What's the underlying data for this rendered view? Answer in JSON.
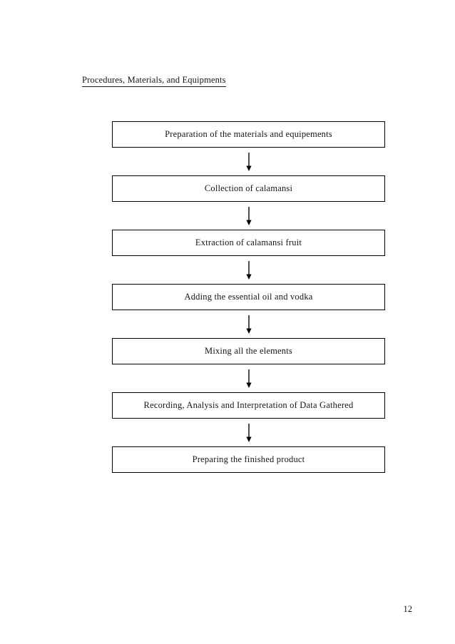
{
  "document": {
    "page_number": "12",
    "heading": "Procedures, Materials,  and Equipments"
  },
  "flowchart": {
    "orientation": "vertical",
    "connector_icon": "arrow-down-icon",
    "steps": [
      {
        "label": "Preparation of the materials  and equipements"
      },
      {
        "label": "Collection  of calamansi"
      },
      {
        "label": "Extraction  of calamansi  fruit"
      },
      {
        "label": "Adding  the essential oil and vodka"
      },
      {
        "label": "Mixing  all the elements"
      },
      {
        "label": "Recording,  Analysis  and Interpretation  of Data Gathered"
      },
      {
        "label": "Preparing  the finished  product"
      }
    ]
  },
  "colors": {
    "page_background": "#ffffff",
    "text": "#161616",
    "box_border": "#000000",
    "arrow": "#000000"
  }
}
